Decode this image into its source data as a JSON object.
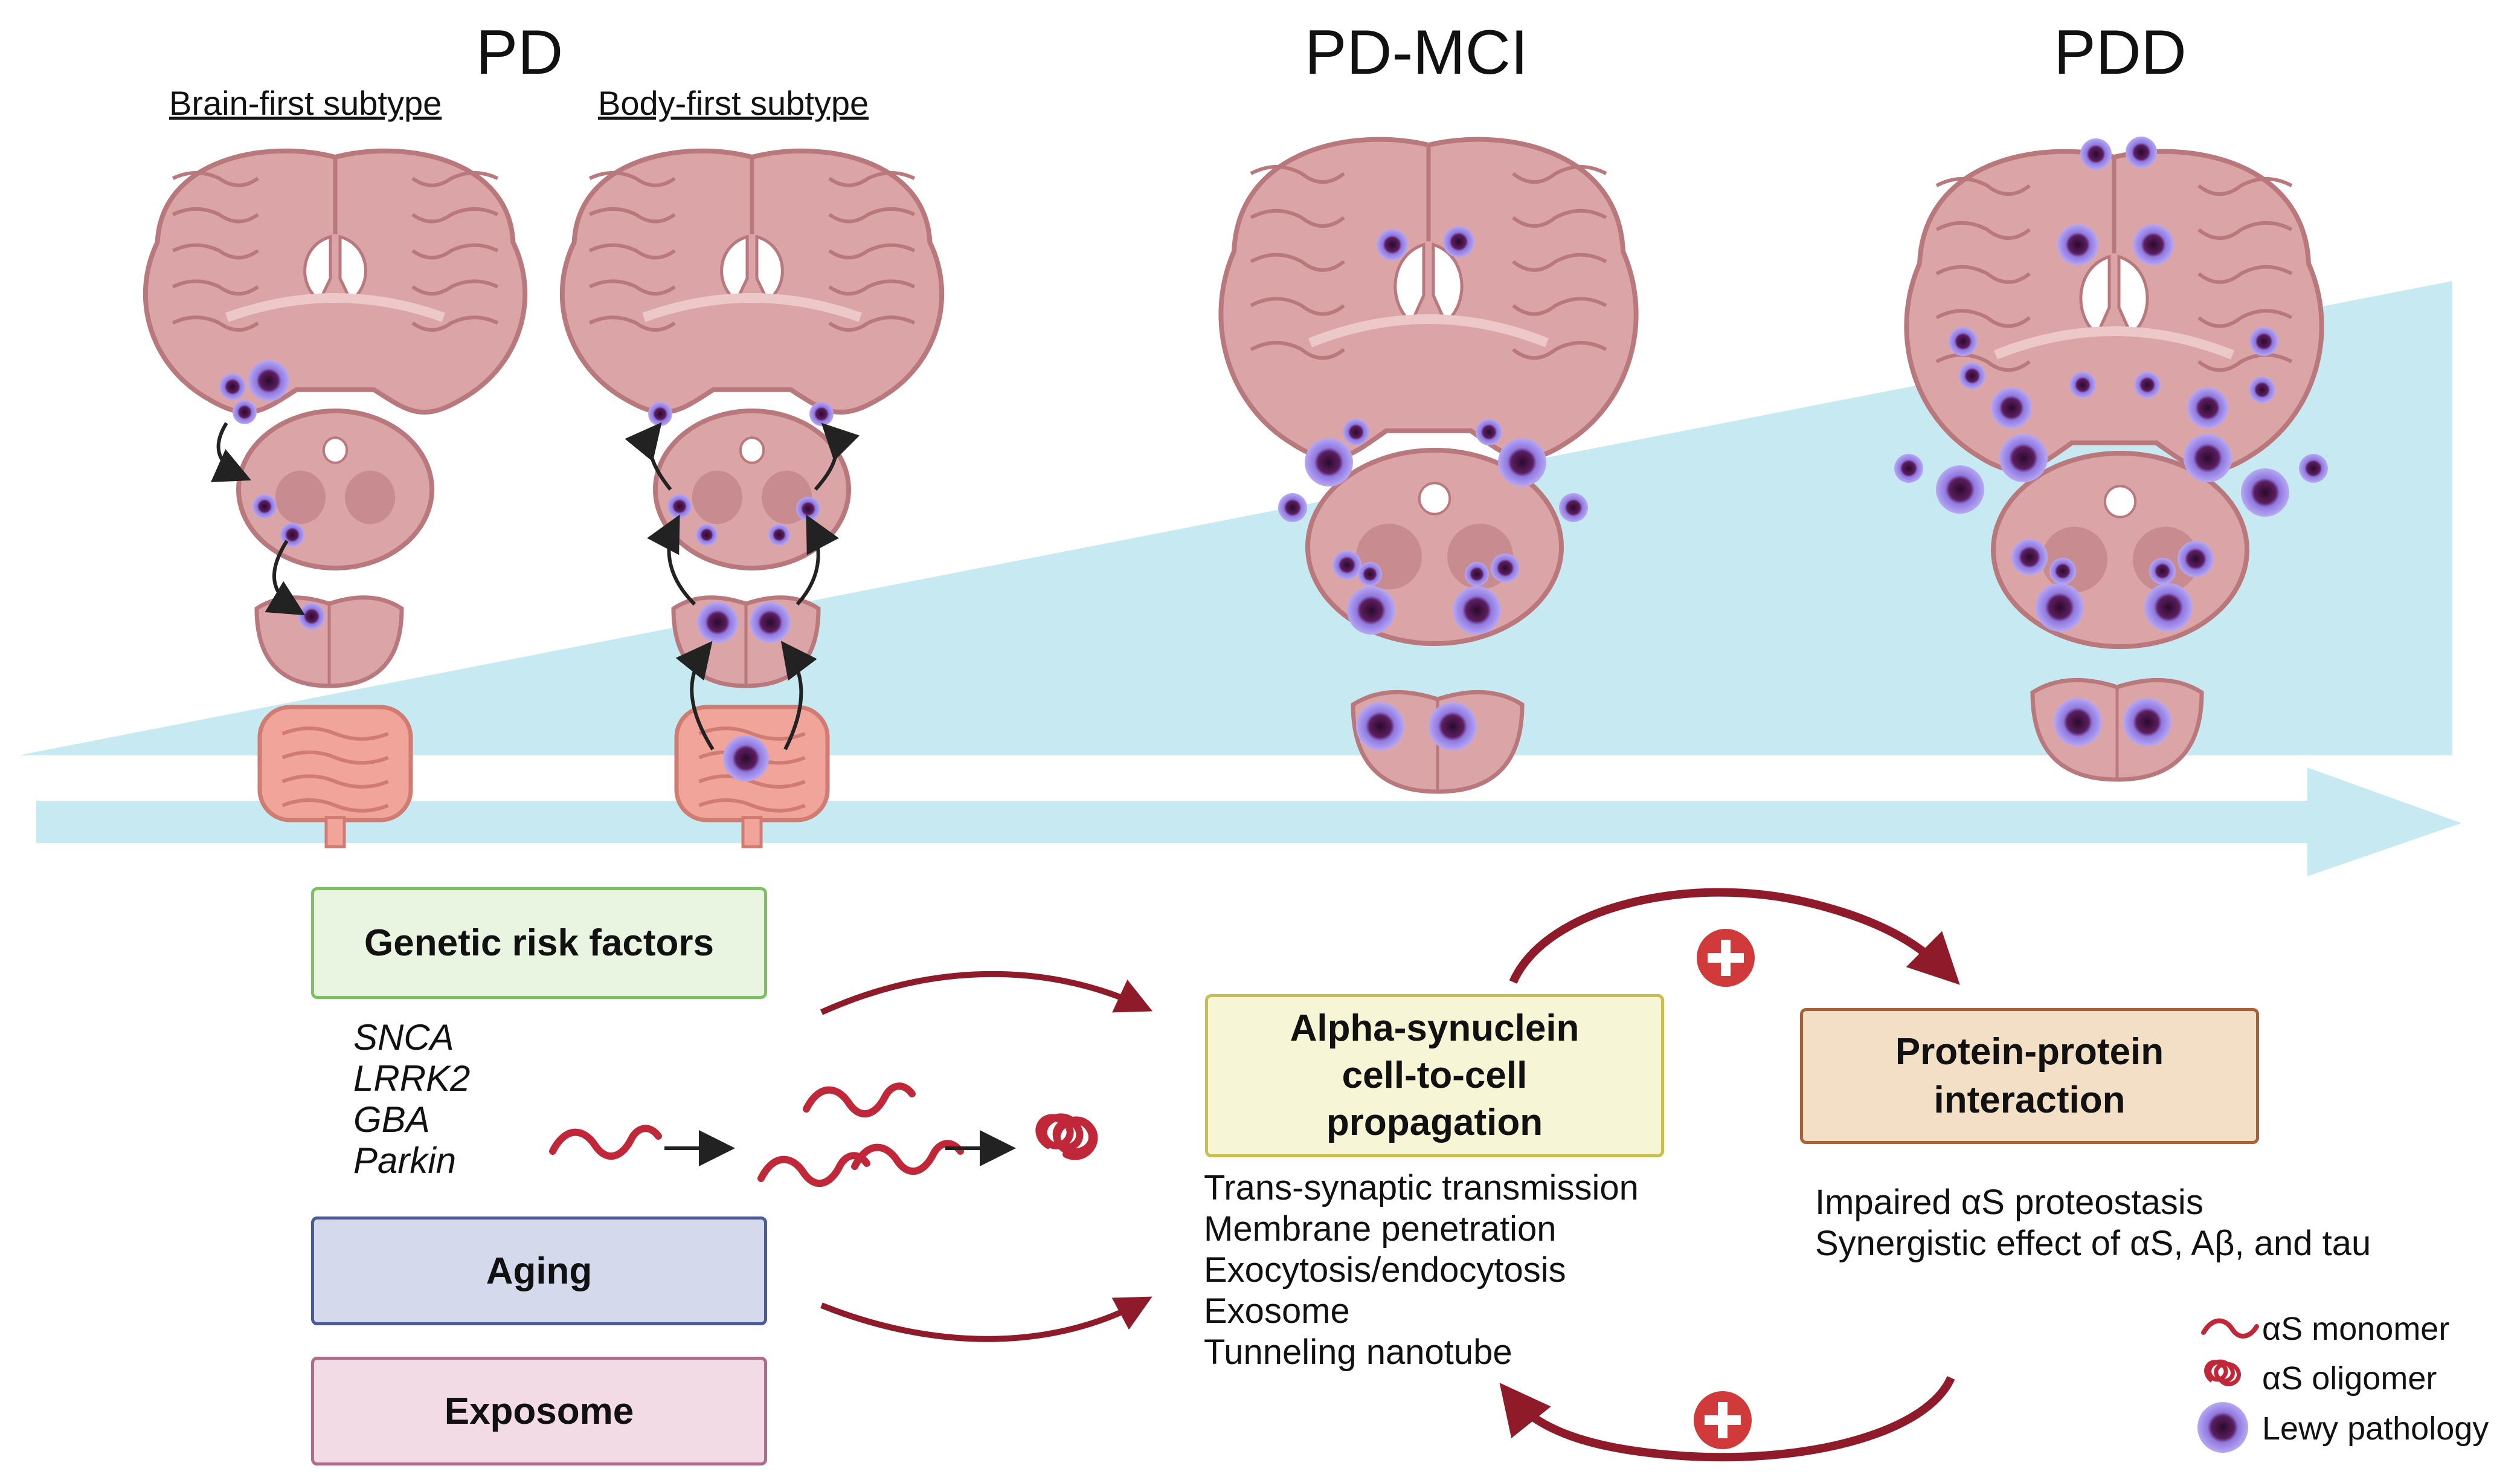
{
  "stages": {
    "pd": "PD",
    "pd_mci": "PD-MCI",
    "pdd": "PDD"
  },
  "subtypes": {
    "brain_first": "Brain-first subtype",
    "body_first": "Body-first subtype"
  },
  "risk_factors": {
    "genetic": "Genetic risk factors",
    "genes": [
      "SNCA",
      "LRRK2",
      "GBA",
      "Parkin"
    ],
    "aging": "Aging",
    "exposome": "Exposome"
  },
  "propagation": {
    "title_lines": [
      "Alpha-synuclein",
      "cell-to-cell",
      "propagation"
    ],
    "mechanisms": [
      "Trans-synaptic transmission",
      "Membrane penetration",
      "Exocytosis/endocytosis",
      "Exosome",
      "Tunneling nanotube"
    ]
  },
  "interaction": {
    "title_lines": [
      "Protein-protein",
      "interaction"
    ],
    "effects": [
      "Impaired αS proteostasis",
      "Synergistic effect of αS, Aβ, and tau"
    ]
  },
  "legend": {
    "monomer": "αS monomer",
    "oligomer": "αS oligomer",
    "lewy": "Lewy pathology"
  },
  "colors": {
    "progression": "#c6e9f2",
    "tissue": "#dba5a7",
    "tissue_dark": "#b9787c",
    "lewy_outer": "#9a88e8",
    "lewy_core": "#3a0f3d",
    "protein": "#c0283a",
    "cycle_arrow": "#8e1a2a",
    "genetic_box": "#e9f4e1",
    "aging_box": "#d5d9ec",
    "exposome_box": "#f3dbe6",
    "propagation_box": "#f6f5d6",
    "interaction_box": "#f3dfc5"
  }
}
